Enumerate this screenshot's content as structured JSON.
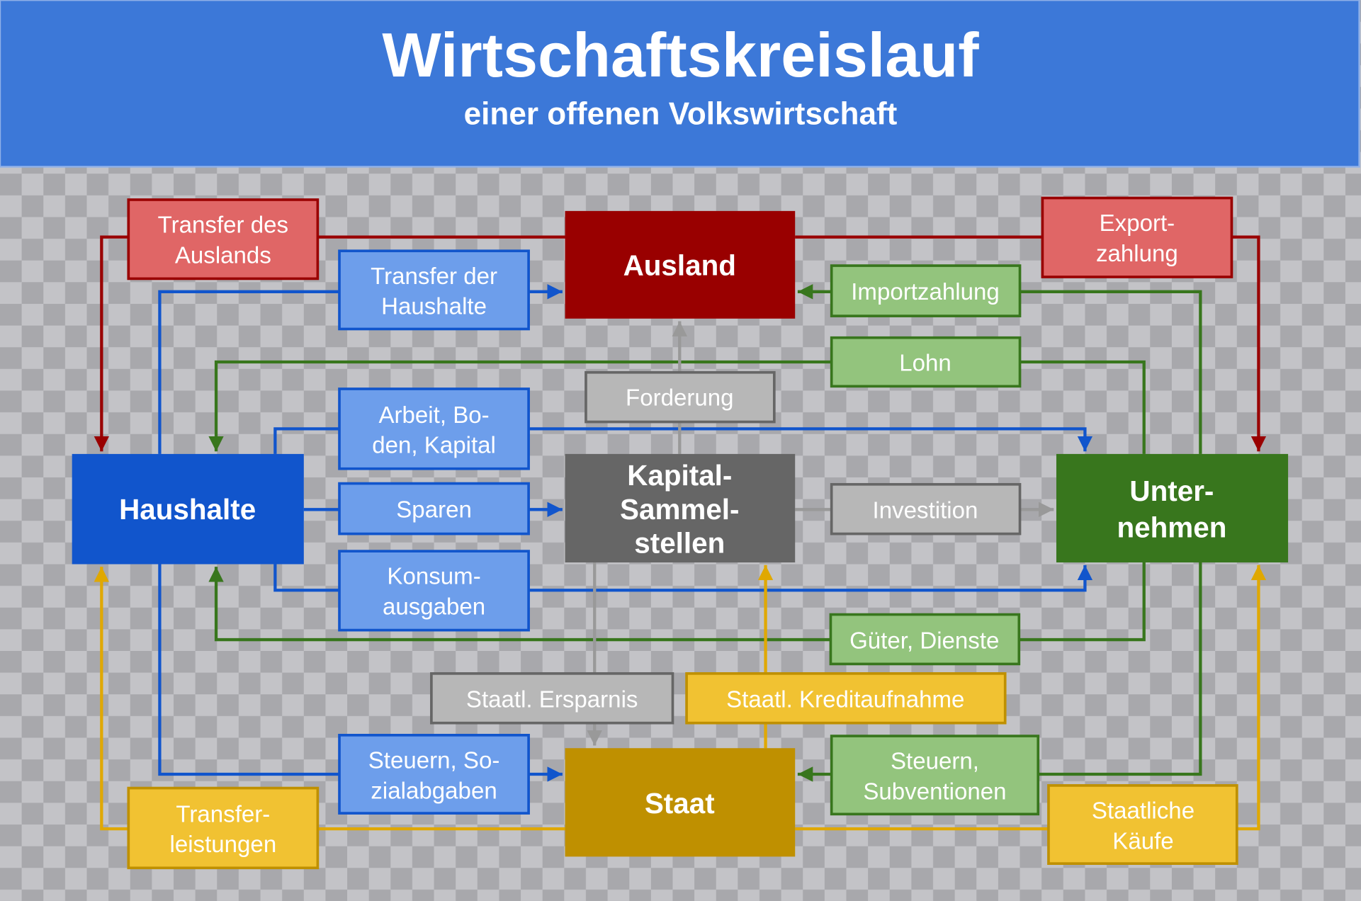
{
  "header": {
    "title": "Wirtschaftskreislauf",
    "subtitle": "einer offenen Volkswirtschaft"
  },
  "colors": {
    "header": "#3c78d8",
    "red": "#990000",
    "red_light": "#e06666",
    "blue": "#1155cc",
    "blue_light": "#6d9eeb",
    "green": "#38761d",
    "green_light": "#93c47d",
    "gray": "#666666",
    "gray_light": "#b7b7b7",
    "yellow": "#bf9000",
    "yellow_light": "#f1c232"
  },
  "sectors": {
    "ausland": "Ausland",
    "haushalte": "Haushalte",
    "kapital": [
      "Kapital-",
      "Sammel-",
      "stellen"
    ],
    "unternehmen": [
      "Unter-",
      "nehmen"
    ],
    "staat": "Staat"
  },
  "flows": {
    "transfer_ausland": [
      "Transfer des",
      "Auslands"
    ],
    "transfer_haushalte": [
      "Transfer der",
      "Haushalte"
    ],
    "exportzahlung": [
      "Export-",
      "zahlung"
    ],
    "importzahlung": "Importzahlung",
    "lohn": "Lohn",
    "forderung": "Forderung",
    "arbeit": [
      "Arbeit, Bo-",
      "den, Kapital"
    ],
    "sparen": "Sparen",
    "investition": "Investition",
    "konsum": [
      "Konsum-",
      "ausgaben"
    ],
    "gueter": "Güter, Dienste",
    "staatl_ersparnis": "Staatl. Ersparnis",
    "staatl_kredit": "Staatl. Kreditaufnahme",
    "steuern_haushalte": [
      "Steuern, So-",
      "zialabgaben"
    ],
    "steuern_unternehmen": [
      "Steuern,",
      "Subventionen"
    ],
    "transferleistungen": [
      "Transfer-",
      "leistungen"
    ],
    "staatliche_kaeufe": [
      "Staatliche",
      "Käufe"
    ]
  }
}
